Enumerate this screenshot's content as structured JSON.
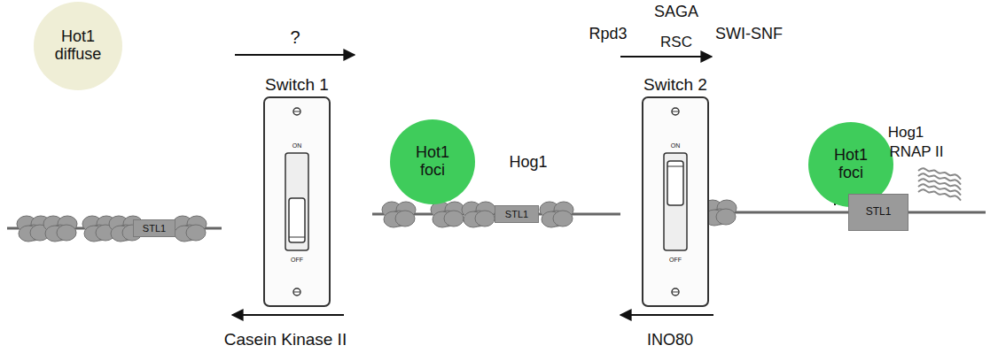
{
  "diagram": {
    "nodes": [
      {
        "text": [
          "Hot1 diffuse"
        ]
      },
      {
        "text": [
          "STL1"
        ]
      },
      {
        "text": [
          "Hot1 foci"
        ]
      },
      {
        "text": [
          "STL1"
        ]
      },
      {
        "text": [
          "Hot1 foci"
        ]
      },
      {
        "text": [
          "STL1"
        ]
      }
    ],
    "labels": [
      "?",
      "Switch 1",
      "Casein Kinase II",
      "Hog1",
      "SAGA",
      "Rpd3",
      "RSC",
      "SWI-SNF",
      "Switch 2",
      "INO80",
      "Hog1",
      "RNAP II",
      "ON",
      "OFF",
      "ON",
      "OFF"
    ]
  }
}
